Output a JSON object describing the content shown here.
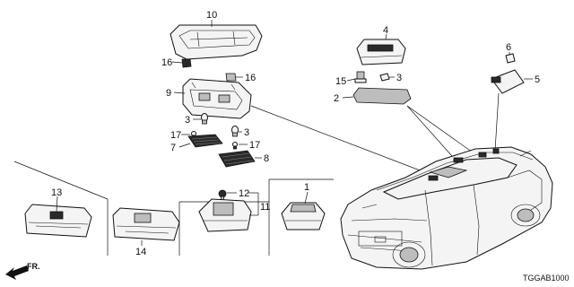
{
  "diagram": {
    "callouts": {
      "c1": "1",
      "c2": "2",
      "c3a": "3",
      "c3b": "3",
      "c3c": "3",
      "c4": "4",
      "c5": "5",
      "c6": "6",
      "c7": "7",
      "c8": "8",
      "c9": "9",
      "c10": "10",
      "c11": "11",
      "c12": "12",
      "c13": "13",
      "c14": "14",
      "c15": "15",
      "c16a": "16",
      "c16b": "16",
      "c17a": "17",
      "c17b": "17"
    },
    "direction_label": "FR.",
    "diagram_code": "TGGAB1000"
  }
}
